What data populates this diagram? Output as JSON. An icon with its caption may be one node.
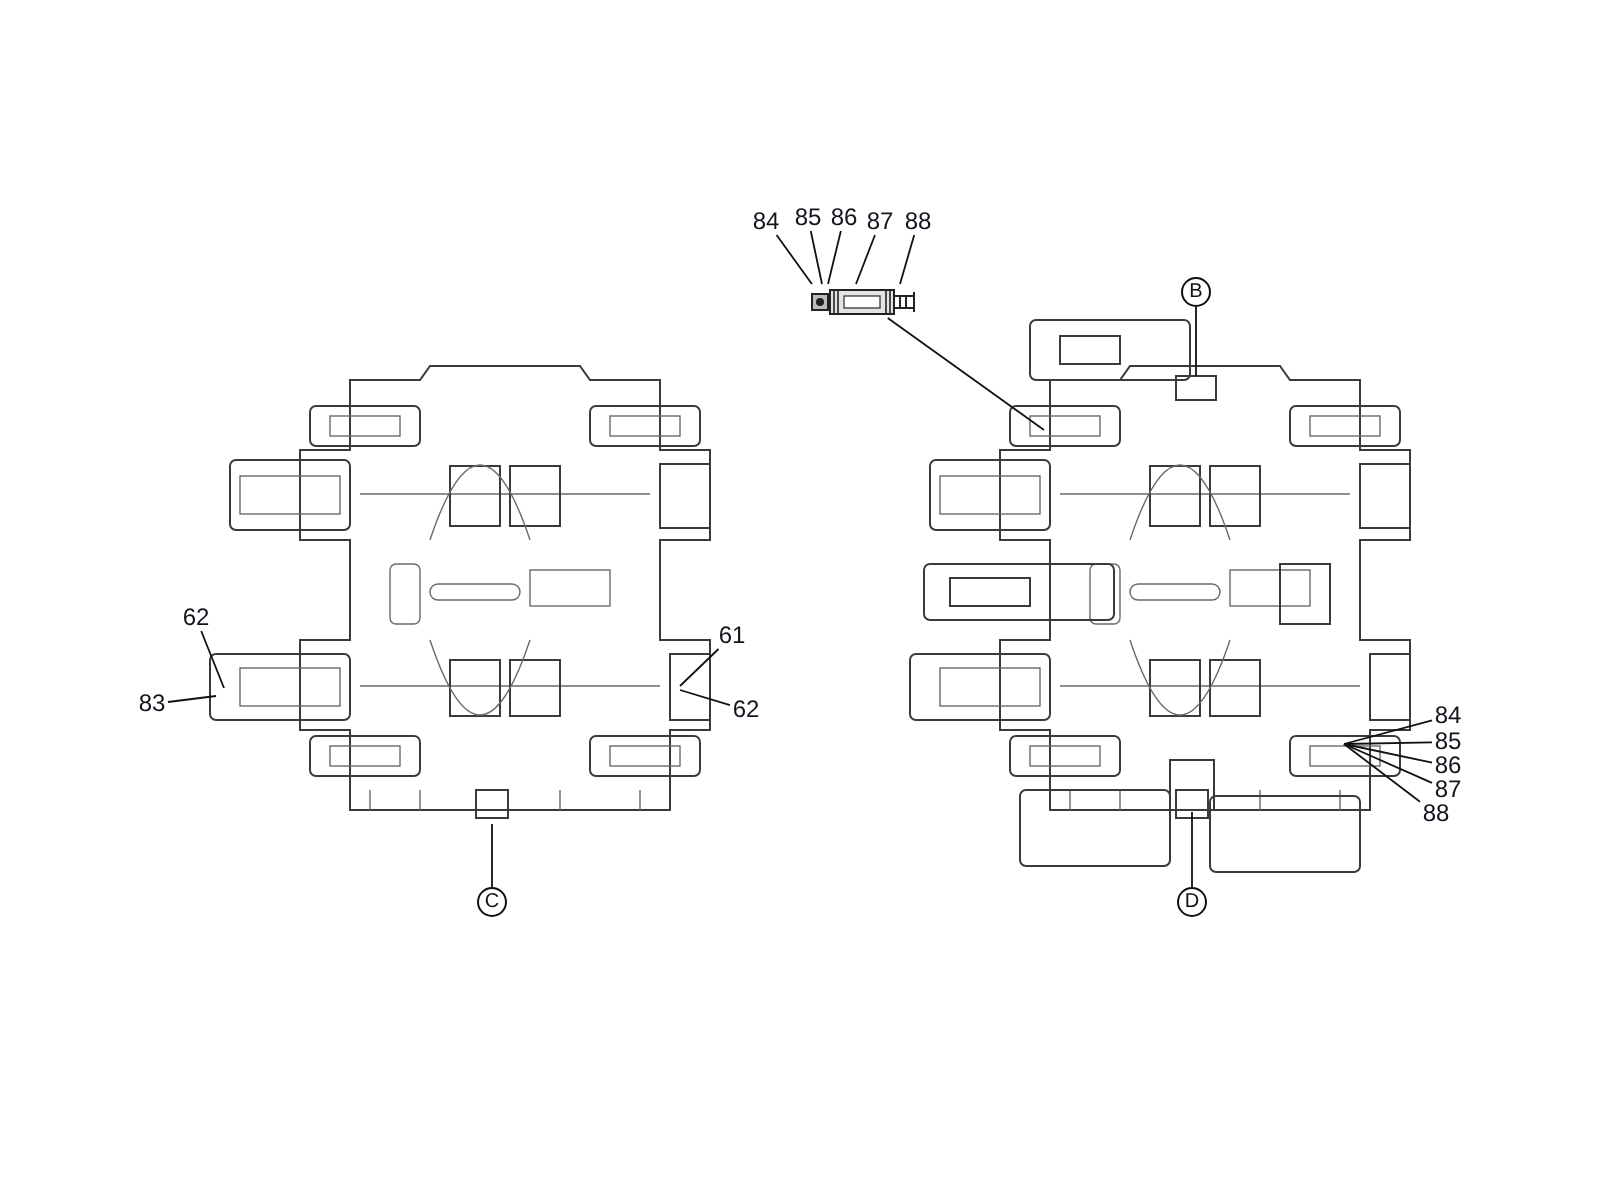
{
  "diagram": {
    "nodes": [
      {
        "text": [
          "84"
        ]
      },
      {
        "text": [
          "85"
        ]
      },
      {
        "text": [
          "86"
        ]
      },
      {
        "text": [
          "87"
        ]
      },
      {
        "text": [
          "88"
        ]
      },
      {
        "text": [],
        "shape": "picture"
      },
      {
        "text": [
          "B"
        ]
      },
      {
        "text": [
          "62"
        ]
      },
      {
        "text": [
          "83"
        ]
      },
      {
        "text": [
          "61"
        ]
      },
      {
        "text": [
          "62"
        ]
      },
      {
        "text": [
          "84"
        ]
      },
      {
        "text": [
          "85"
        ]
      },
      {
        "text": [
          "86"
        ]
      },
      {
        "text": [
          "87"
        ]
      },
      {
        "text": [
          "88"
        ]
      },
      {
        "text": [
          "C"
        ]
      },
      {
        "text": [
          "D"
        ]
      }
    ],
    "edges": [
      {
        "from": 0,
        "to": 5,
        "arrow": "none"
      },
      {
        "from": 1,
        "to": 5,
        "arrow": "none"
      },
      {
        "from": 2,
        "to": 5,
        "arrow": "none"
      },
      {
        "from": 3,
        "to": 5,
        "arrow": "none"
      },
      {
        "from": 4,
        "to": 5,
        "arrow": "none"
      },
      {
        "from": 5,
        "to": null,
        "arrow": "none"
      },
      {
        "from": 6,
        "to": null,
        "arrow": "none"
      },
      {
        "from": 7,
        "to": null,
        "arrow": "none"
      },
      {
        "from": 8,
        "to": null,
        "arrow": "none"
      },
      {
        "from": 9,
        "to": null,
        "arrow": "none"
      },
      {
        "from": 10,
        "to": null,
        "arrow": "none"
      },
      {
        "from": 11,
        "to": null,
        "arrow": "none"
      },
      {
        "from": 12,
        "to": null,
        "arrow": "none"
      },
      {
        "from": 13,
        "to": null,
        "arrow": "none"
      },
      {
        "from": 14,
        "to": null,
        "arrow": "none"
      },
      {
        "from": 15,
        "to": null,
        "arrow": "none"
      },
      {
        "from": 16,
        "to": null,
        "arrow": "none"
      },
      {
        "from": 17,
        "to": null,
        "arrow": "none"
      }
    ]
  }
}
